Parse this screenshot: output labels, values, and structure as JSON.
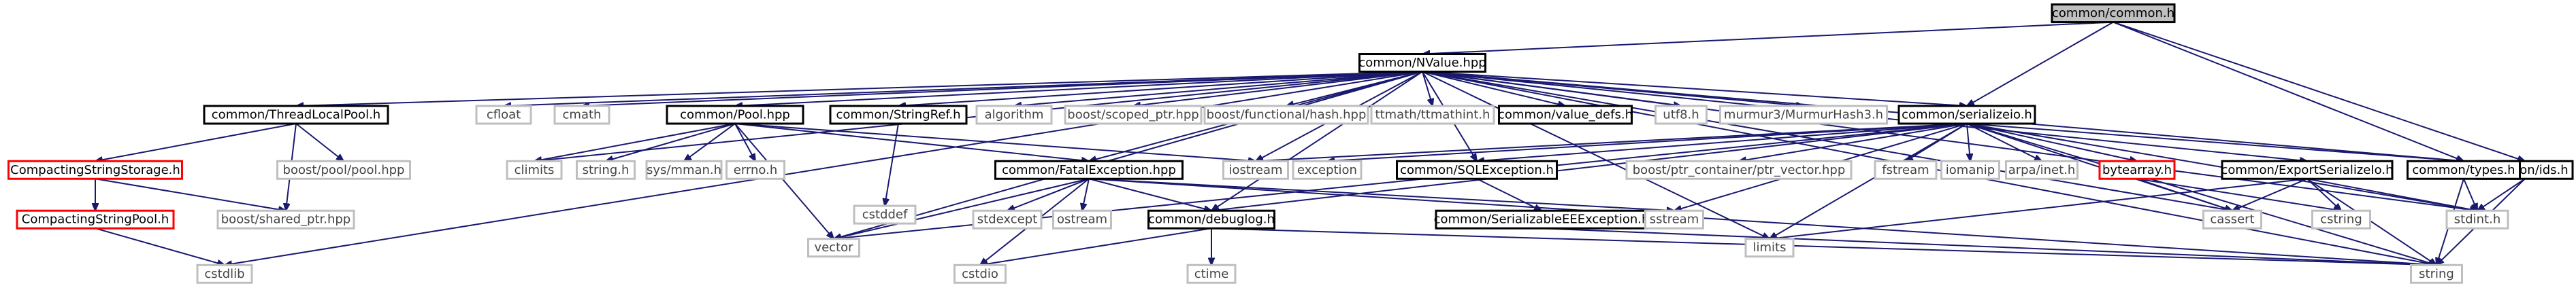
{
  "diagram": {
    "type": "include-dependency-graph",
    "nodes": [
      {
        "id": "common/common.h",
        "label": "common/common.h",
        "style": "root"
      },
      {
        "id": "common/NValue.hpp",
        "label": "common/NValue.hpp",
        "style": "black"
      },
      {
        "id": "common/ThreadLocalPool.h",
        "label": "common/ThreadLocalPool.h",
        "style": "black"
      },
      {
        "id": "cfloat",
        "label": "cfloat",
        "style": "grey"
      },
      {
        "id": "cmath",
        "label": "cmath",
        "style": "grey"
      },
      {
        "id": "common/Pool.hpp",
        "label": "common/Pool.hpp",
        "style": "black"
      },
      {
        "id": "common/StringRef.h",
        "label": "common/StringRef.h",
        "style": "black"
      },
      {
        "id": "algorithm",
        "label": "algorithm",
        "style": "grey"
      },
      {
        "id": "boost/scoped_ptr.hpp",
        "label": "boost/scoped_ptr.hpp",
        "style": "grey"
      },
      {
        "id": "boost/functional/hash.hpp",
        "label": "boost/functional/hash.hpp",
        "style": "grey"
      },
      {
        "id": "ttmath/ttmathint.h",
        "label": "ttmath/ttmathint.h",
        "style": "grey"
      },
      {
        "id": "common/value_defs.h",
        "label": "common/value_defs.h",
        "style": "black"
      },
      {
        "id": "utf8.h",
        "label": "utf8.h",
        "style": "grey"
      },
      {
        "id": "murmur3/MurmurHash3.h",
        "label": "murmur3/MurmurHash3.h",
        "style": "grey"
      },
      {
        "id": "common/serializeio.h",
        "label": "common/serializeio.h",
        "style": "black"
      },
      {
        "id": "common/ids.h",
        "label": "common/ids.h",
        "style": "black"
      },
      {
        "id": "CompactingStringStorage.h",
        "label": "CompactingStringStorage.h",
        "style": "red"
      },
      {
        "id": "boost/pool/pool.hpp",
        "label": "boost/pool/pool.hpp",
        "style": "grey"
      },
      {
        "id": "climits",
        "label": "climits",
        "style": "grey"
      },
      {
        "id": "string.h",
        "label": "string.h",
        "style": "grey"
      },
      {
        "id": "sys/mman.h",
        "label": "sys/mman.h",
        "style": "grey"
      },
      {
        "id": "errno.h",
        "label": "errno.h",
        "style": "grey"
      },
      {
        "id": "cstddef",
        "label": "cstddef",
        "style": "grey"
      },
      {
        "id": "common/FatalException.hpp",
        "label": "common/FatalException.hpp",
        "style": "black"
      },
      {
        "id": "iostream",
        "label": "iostream",
        "style": "grey"
      },
      {
        "id": "exception",
        "label": "exception",
        "style": "grey"
      },
      {
        "id": "common/SQLException.h",
        "label": "common/SQLException.h",
        "style": "black"
      },
      {
        "id": "boost/ptr_container/ptr_vector.hpp",
        "label": "boost/ptr_container/ptr_vector.hpp",
        "style": "grey"
      },
      {
        "id": "fstream",
        "label": "fstream",
        "style": "grey"
      },
      {
        "id": "iomanip",
        "label": "iomanip",
        "style": "grey"
      },
      {
        "id": "arpa/inet.h",
        "label": "arpa/inet.h",
        "style": "grey"
      },
      {
        "id": "bytearray.h",
        "label": "bytearray.h",
        "style": "red"
      },
      {
        "id": "common/ExportSerializeIo.h",
        "label": "common/ExportSerializeIo.h",
        "style": "black"
      },
      {
        "id": "common/types.h",
        "label": "common/types.h",
        "style": "black"
      },
      {
        "id": "CompactingStringPool.h",
        "label": "CompactingStringPool.h",
        "style": "red"
      },
      {
        "id": "boost/shared_ptr.hpp",
        "label": "boost/shared_ptr.hpp",
        "style": "grey"
      },
      {
        "id": "vector",
        "label": "vector",
        "style": "grey"
      },
      {
        "id": "stdexcept",
        "label": "stdexcept",
        "style": "grey"
      },
      {
        "id": "ostream",
        "label": "ostream",
        "style": "grey"
      },
      {
        "id": "common/debuglog.h",
        "label": "common/debuglog.h",
        "style": "black"
      },
      {
        "id": "common/SerializableEEException.h",
        "label": "common/SerializableEEException.h",
        "style": "black"
      },
      {
        "id": "sstream",
        "label": "sstream",
        "style": "grey"
      },
      {
        "id": "limits",
        "label": "limits",
        "style": "grey"
      },
      {
        "id": "cassert",
        "label": "cassert",
        "style": "grey"
      },
      {
        "id": "cstring",
        "label": "cstring",
        "style": "grey"
      },
      {
        "id": "stdint.h",
        "label": "stdint.h",
        "style": "grey"
      },
      {
        "id": "cstdlib",
        "label": "cstdlib",
        "style": "grey"
      },
      {
        "id": "cstdio",
        "label": "cstdio",
        "style": "grey"
      },
      {
        "id": "ctime",
        "label": "ctime",
        "style": "grey"
      },
      {
        "id": "string",
        "label": "string",
        "style": "grey"
      }
    ],
    "edges": [
      [
        "common/common.h",
        "common/NValue.hpp"
      ],
      [
        "common/common.h",
        "common/serializeio.h"
      ],
      [
        "common/common.h",
        "common/types.h"
      ],
      [
        "common/common.h",
        "common/ids.h"
      ],
      [
        "common/NValue.hpp",
        "common/ThreadLocalPool.h"
      ],
      [
        "common/NValue.hpp",
        "cfloat"
      ],
      [
        "common/NValue.hpp",
        "cmath"
      ],
      [
        "common/NValue.hpp",
        "common/Pool.hpp"
      ],
      [
        "common/NValue.hpp",
        "common/StringRef.h"
      ],
      [
        "common/NValue.hpp",
        "algorithm"
      ],
      [
        "common/NValue.hpp",
        "boost/scoped_ptr.hpp"
      ],
      [
        "common/NValue.hpp",
        "boost/functional/hash.hpp"
      ],
      [
        "common/NValue.hpp",
        "ttmath/ttmathint.h"
      ],
      [
        "common/NValue.hpp",
        "common/value_defs.h"
      ],
      [
        "common/NValue.hpp",
        "utf8.h"
      ],
      [
        "common/NValue.hpp",
        "murmur3/MurmurHash3.h"
      ],
      [
        "common/NValue.hpp",
        "common/serializeio.h"
      ],
      [
        "common/NValue.hpp",
        "common/FatalException.hpp"
      ],
      [
        "common/NValue.hpp",
        "common/SQLException.h"
      ],
      [
        "common/NValue.hpp",
        "common/ExportSerializeIo.h"
      ],
      [
        "common/NValue.hpp",
        "common/types.h"
      ],
      [
        "common/NValue.hpp",
        "climits"
      ],
      [
        "common/NValue.hpp",
        "vector"
      ],
      [
        "common/NValue.hpp",
        "iostream"
      ],
      [
        "common/NValue.hpp",
        "common/debuglog.h"
      ],
      [
        "common/NValue.hpp",
        "limits"
      ],
      [
        "common/NValue.hpp",
        "cassert"
      ],
      [
        "common/NValue.hpp",
        "stdint.h"
      ],
      [
        "common/NValue.hpp",
        "cstdlib"
      ],
      [
        "common/NValue.hpp",
        "string"
      ],
      [
        "common/ThreadLocalPool.h",
        "CompactingStringStorage.h"
      ],
      [
        "common/ThreadLocalPool.h",
        "boost/pool/pool.hpp"
      ],
      [
        "common/ThreadLocalPool.h",
        "boost/shared_ptr.hpp"
      ],
      [
        "CompactingStringStorage.h",
        "CompactingStringPool.h"
      ],
      [
        "CompactingStringStorage.h",
        "boost/shared_ptr.hpp"
      ],
      [
        "CompactingStringPool.h",
        "cstdlib"
      ],
      [
        "common/Pool.hpp",
        "climits"
      ],
      [
        "common/Pool.hpp",
        "string.h"
      ],
      [
        "common/Pool.hpp",
        "sys/mman.h"
      ],
      [
        "common/Pool.hpp",
        "errno.h"
      ],
      [
        "common/Pool.hpp",
        "vector"
      ],
      [
        "common/Pool.hpp",
        "common/FatalException.hpp"
      ],
      [
        "common/Pool.hpp",
        "iostream"
      ],
      [
        "common/StringRef.h",
        "cstddef"
      ],
      [
        "common/FatalException.hpp",
        "vector"
      ],
      [
        "common/FatalException.hpp",
        "stdexcept"
      ],
      [
        "common/FatalException.hpp",
        "ostream"
      ],
      [
        "common/FatalException.hpp",
        "common/debuglog.h"
      ],
      [
        "common/FatalException.hpp",
        "cstdio"
      ],
      [
        "common/FatalException.hpp",
        "string"
      ],
      [
        "common/FatalException.hpp",
        "sstream"
      ],
      [
        "common/debuglog.h",
        "cstdio"
      ],
      [
        "common/debuglog.h",
        "ctime"
      ],
      [
        "common/debuglog.h",
        "string"
      ],
      [
        "common/SQLException.h",
        "common/SerializableEEException.h"
      ],
      [
        "common/SerializableEEException.h",
        "string"
      ],
      [
        "common/serializeio.h",
        "vector"
      ],
      [
        "common/serializeio.h",
        "iostream"
      ],
      [
        "common/serializeio.h",
        "exception"
      ],
      [
        "common/serializeio.h",
        "common/SQLException.h"
      ],
      [
        "common/serializeio.h",
        "boost/ptr_container/ptr_vector.hpp"
      ],
      [
        "common/serializeio.h",
        "fstream"
      ],
      [
        "common/serializeio.h",
        "iomanip"
      ],
      [
        "common/serializeio.h",
        "arpa/inet.h"
      ],
      [
        "common/serializeio.h",
        "bytearray.h"
      ],
      [
        "common/serializeio.h",
        "common/types.h"
      ],
      [
        "common/serializeio.h",
        "common/debuglog.h"
      ],
      [
        "common/serializeio.h",
        "sstream"
      ],
      [
        "common/serializeio.h",
        "limits"
      ],
      [
        "common/serializeio.h",
        "cassert"
      ],
      [
        "common/serializeio.h",
        "stdint.h"
      ],
      [
        "common/serializeio.h",
        "string"
      ],
      [
        "bytearray.h",
        "cassert"
      ],
      [
        "bytearray.h",
        "cstring"
      ],
      [
        "common/ExportSerializeIo.h",
        "limits"
      ],
      [
        "common/ExportSerializeIo.h",
        "cassert"
      ],
      [
        "common/ExportSerializeIo.h",
        "cstring"
      ],
      [
        "common/ExportSerializeIo.h",
        "stdint.h"
      ],
      [
        "common/ExportSerializeIo.h",
        "string"
      ],
      [
        "common/types.h",
        "stdint.h"
      ],
      [
        "common/types.h",
        "string"
      ],
      [
        "common/ids.h",
        "stdint.h"
      ],
      [
        "common/ids.h",
        "string"
      ]
    ]
  }
}
